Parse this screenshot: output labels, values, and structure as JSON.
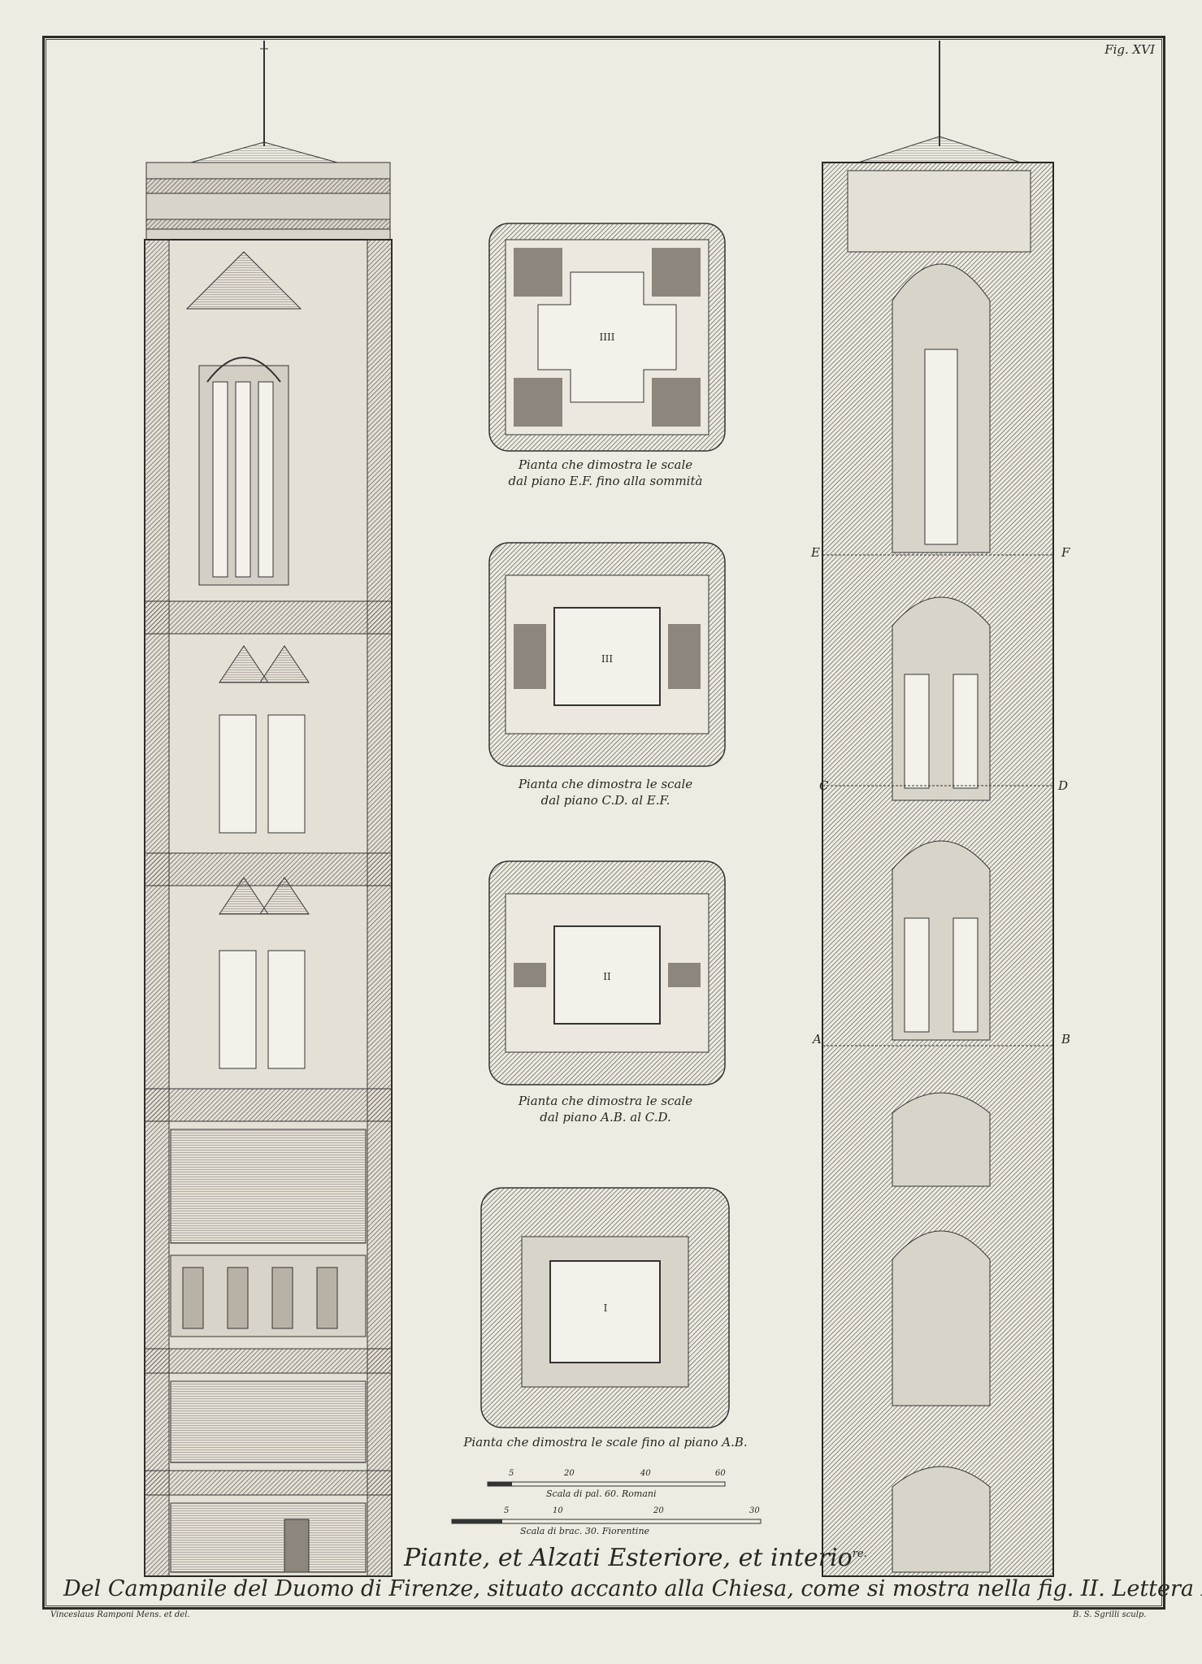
{
  "figure_number": "Fig. XVI",
  "plans": [
    {
      "roman": "IIII",
      "caption_line1": "Pianta che dimostra le scale",
      "caption_line2": "dal piano E.F. fino alla sommità"
    },
    {
      "roman": "III",
      "caption_line1": "Pianta che dimostra le scale",
      "caption_line2": "dal piano C.D. al E.F."
    },
    {
      "roman": "II",
      "caption_line1": "Pianta che dimostra le scale",
      "caption_line2": "dal piano A.B. al C.D."
    },
    {
      "roman": "I",
      "caption_line1": "Pianta che dimostra le scale fino al piano A.B.",
      "caption_line2": ""
    }
  ],
  "scale_roman": {
    "label": "Scala di pal. 60. Romani",
    "ticks": [
      "5",
      "20",
      "40",
      "60"
    ]
  },
  "scale_florentine": {
    "label": "Scala di brac. 30. Fiorentine",
    "ticks": [
      "5",
      "10",
      "20",
      "30"
    ]
  },
  "section_labels": {
    "E": "E",
    "F": "F",
    "C": "C",
    "D": "D",
    "A": "A",
    "B": "B"
  },
  "title_line1": "Piante, et Alzati Esteriore, et interio",
  "title_line1_sup": "re.",
  "title_line2": "Del Campanile del Duomo di Firenze, situato accanto alla Chiesa, come si mostra nella fig. II. Lettera R.",
  "credit_left": "Vinceslaus Ramponi Mens. et del.",
  "credit_right": "B. S. Sgrilli sculp."
}
